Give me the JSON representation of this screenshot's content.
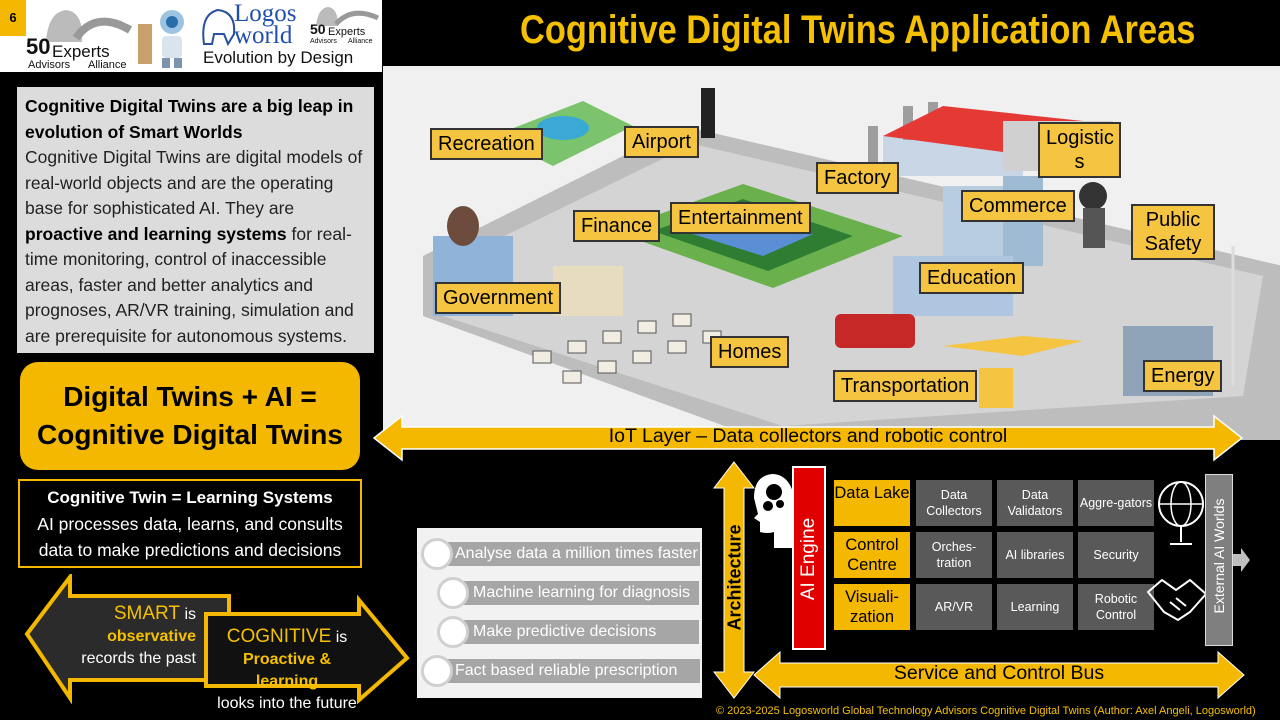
{
  "header": {
    "page_number": "6",
    "title": "Cognitive Digital Twins Application Areas",
    "logos": {
      "experts_1": {
        "big": "50",
        "word": "Experts",
        "sub_left": "Advisors",
        "sub_right": "Alliance"
      },
      "logosworld": {
        "line1": "Logos",
        "line2": "world",
        "tagline": "Evolution by Design"
      },
      "experts_2": {
        "big": "50",
        "word": "Experts",
        "sub_left": "Advisors",
        "sub_right": "Alliance"
      }
    }
  },
  "intro": {
    "heading": "Cognitive Digital Twins are a big leap in evolution of Smart Worlds",
    "body_1": "Cognitive Digital Twins are digital models of real-world objects and are the operating base for sophisticated AI. They are",
    "body_bold": "proactive and learning systems",
    "body_2": "for real-time monitoring, control of inaccessible areas, faster and better analytics and prognoses, AR/VR training, simulation and are prerequisite for autonomous systems."
  },
  "equation": {
    "line1": "Digital Twins + AI =",
    "line2": "Cognitive Digital Twins"
  },
  "learning": {
    "title": "Cognitive Twin = Learning Systems",
    "line1": "AI processes data, learns, and consults",
    "line2": "data to make predictions and decisions"
  },
  "smart": {
    "word": "SMART",
    "is": "is",
    "adj": "observative",
    "desc": "records the past"
  },
  "cognitive": {
    "word": "COGNITIVE",
    "is": "is",
    "adj": "Proactive & learning",
    "desc": "looks into the future"
  },
  "steps": [
    "Analyse data a million times faster",
    "Machine learning for diagnosis",
    "Make predictive decisions",
    "Fact based reliable prescription"
  ],
  "areas": {
    "recreation": "Recreation",
    "airport": "Airport",
    "logistics": "Logistic s",
    "factory": "Factory",
    "commerce": "Commerce",
    "public_safety": "Public Safety",
    "finance": "Finance",
    "entertainment": "Entertainment",
    "government": "Government",
    "education": "Education",
    "homes": "Homes",
    "transportation": "Transportation",
    "energy": "Energy"
  },
  "iot_layer": "IoT Layer – Data collectors and robotic control",
  "architecture": {
    "vertical_label": "Architecture",
    "engine": "AI Engine",
    "rows": [
      {
        "head": "Data Lake",
        "cells": [
          "Data Collectors",
          "Data Validators",
          "Aggre-gators"
        ]
      },
      {
        "head": "Control Centre",
        "cells": [
          "Orches-tration",
          "AI libraries",
          "Security"
        ]
      },
      {
        "head": "Visuali-zation",
        "cells": [
          "AR/VR",
          "Learning",
          "Robotic Control"
        ]
      }
    ],
    "external": "External AI Worlds",
    "bus": "Service and Control Bus"
  },
  "footer": "© 2023-2025 Logosworld Global Technology Advisors Cognitive Digital Twins (Author: Axel Angeli, Logosworld)",
  "colors": {
    "accent": "#f5b800",
    "engine": "#e00000",
    "cell": "#595959"
  }
}
